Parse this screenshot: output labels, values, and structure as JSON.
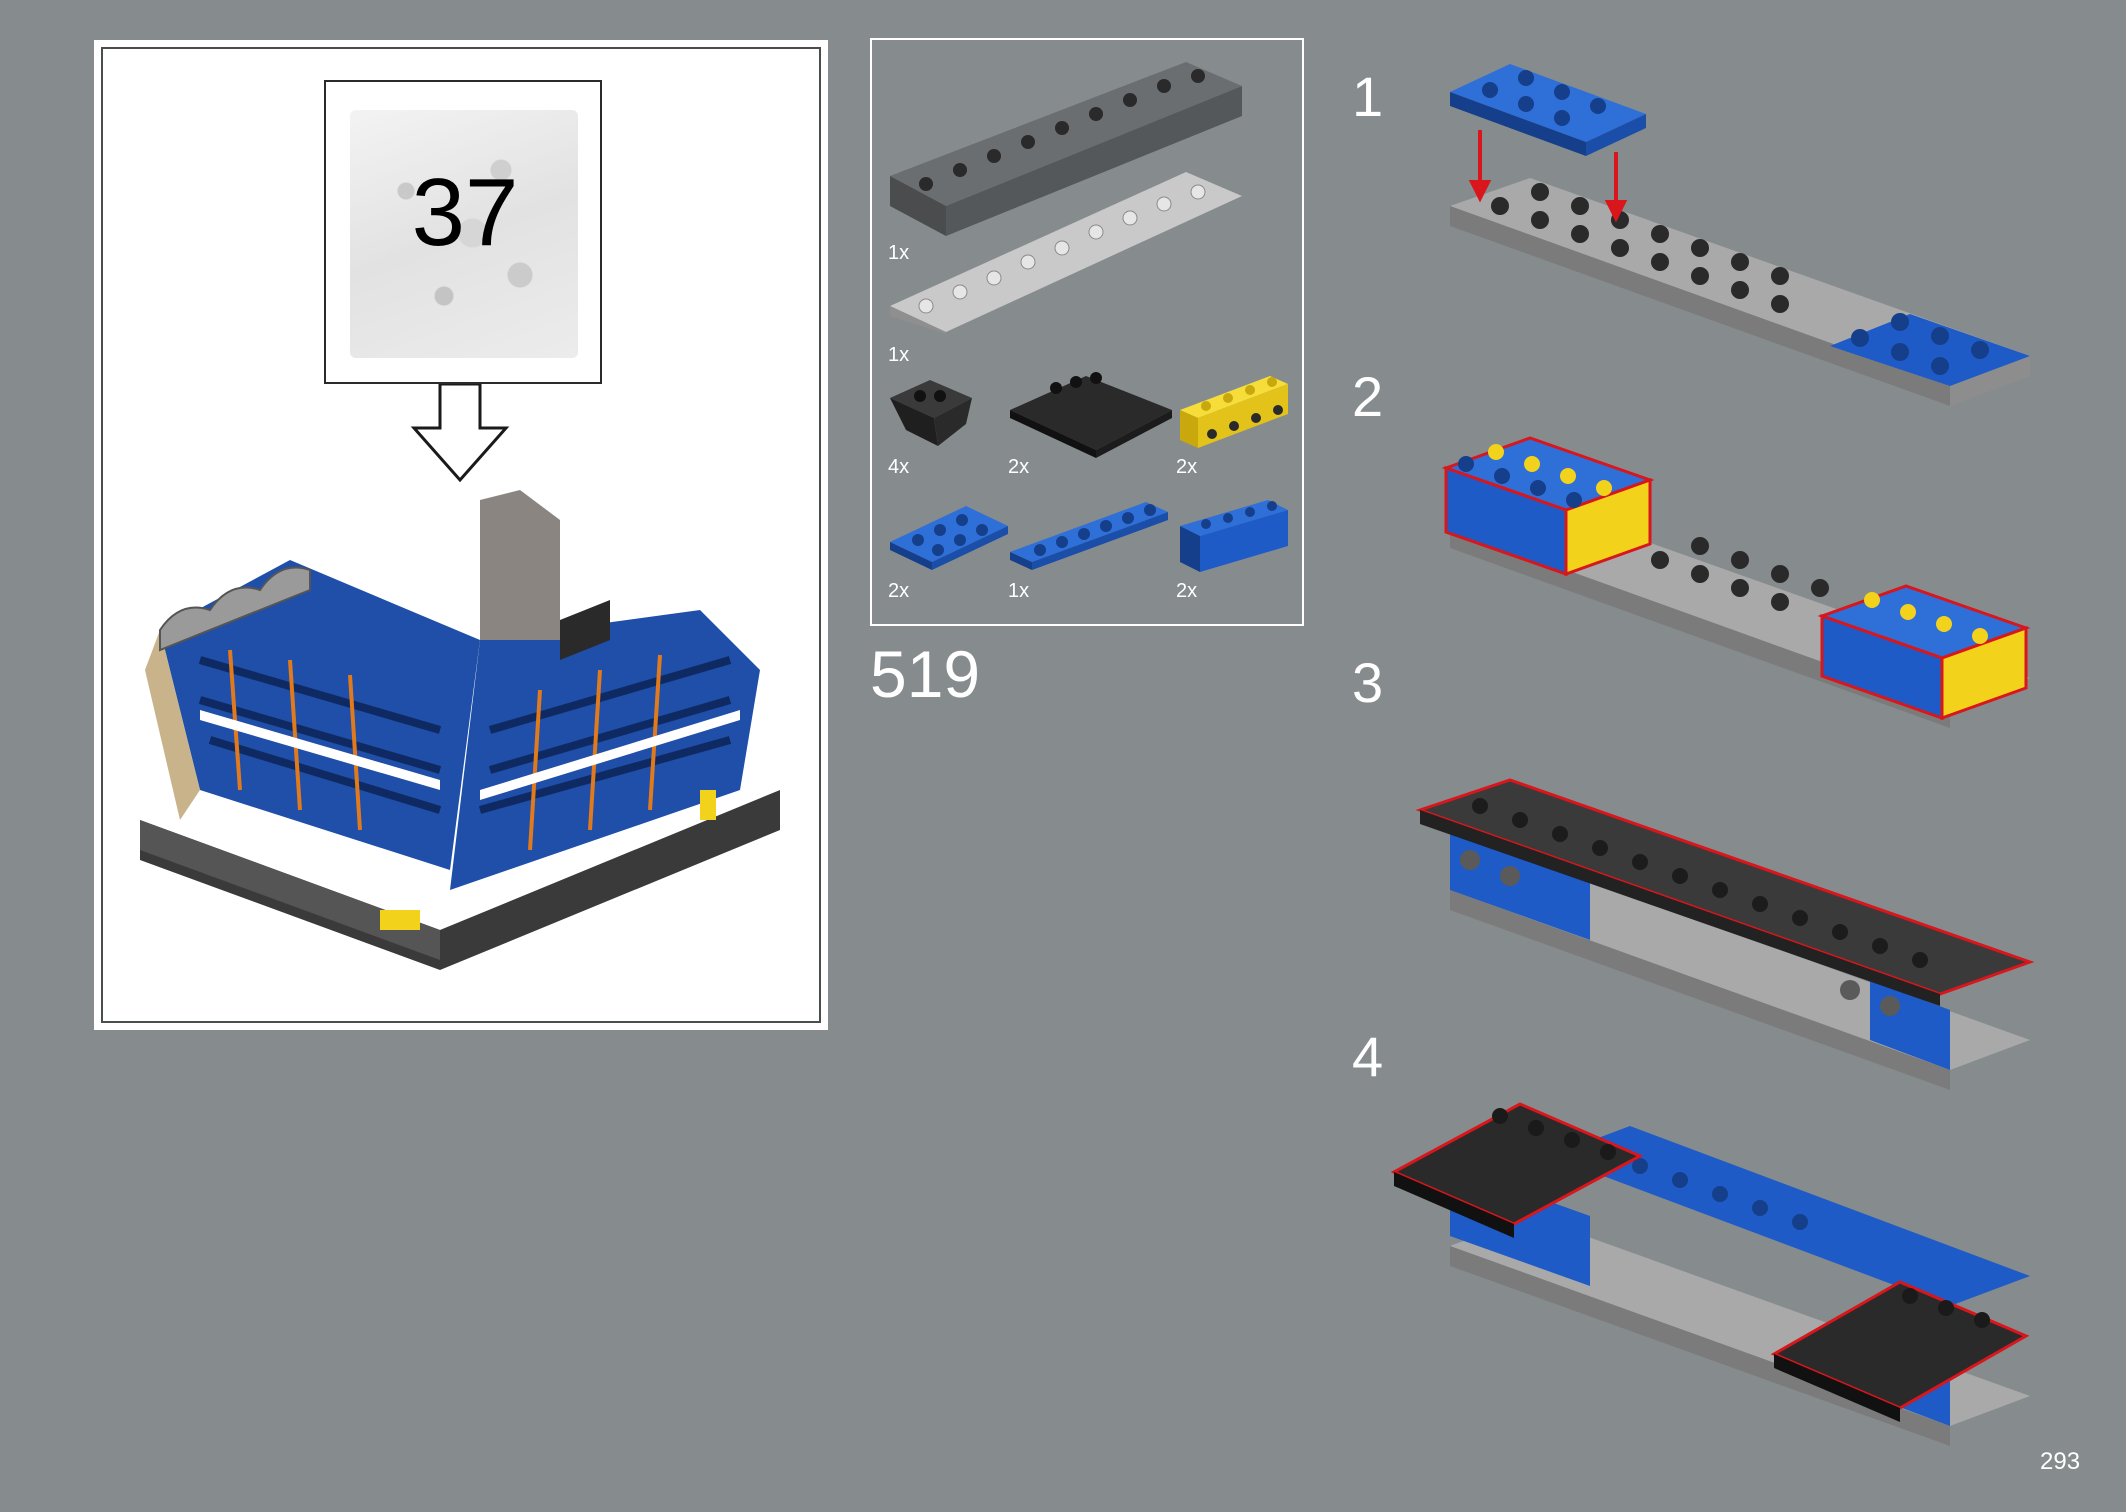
{
  "bag": {
    "number": "37"
  },
  "main_step": {
    "number": "519"
  },
  "parts": [
    {
      "id": "technic-brick-1x16",
      "qty": "1x",
      "color": "#6b6e70"
    },
    {
      "id": "plate-2x16",
      "qty": "1x",
      "color": "#bdbdbd"
    },
    {
      "id": "slope-inverted-2x2",
      "qty": "4x",
      "color": "#2a2a2a"
    },
    {
      "id": "tile-4x4-studs-corner",
      "qty": "2x",
      "color": "#2a2a2a"
    },
    {
      "id": "technic-brick-1x4",
      "qty": "2x",
      "color": "#f2d21b"
    },
    {
      "id": "plate-2x4",
      "qty": "2x",
      "color": "#1e5bc6"
    },
    {
      "id": "plate-1x6",
      "qty": "1x",
      "color": "#1e5bc6"
    },
    {
      "id": "brick-1x4",
      "qty": "2x",
      "color": "#1e5bc6"
    }
  ],
  "substeps": [
    {
      "number": "1"
    },
    {
      "number": "2"
    },
    {
      "number": "3"
    },
    {
      "number": "4"
    }
  ],
  "colors": {
    "background": "#868c8e",
    "highlight": "#d8161b",
    "blue": "#1e5bc6",
    "yellow": "#f2d21b",
    "dark": "#2a2a2a",
    "gray": "#a9a9a9"
  },
  "page": {
    "number": "293"
  }
}
